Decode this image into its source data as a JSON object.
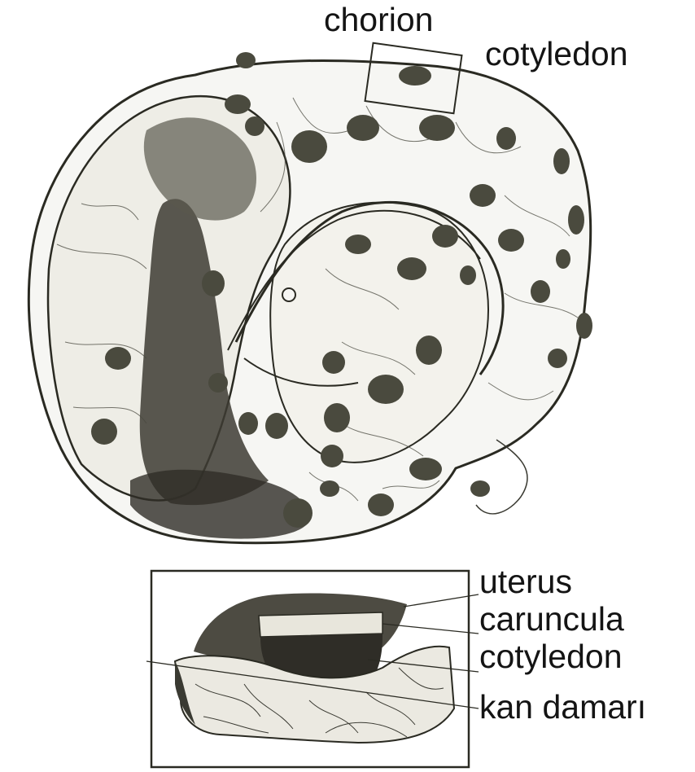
{
  "labels": {
    "chorion": "chorion",
    "cotyledon_top": "cotyledon",
    "uterus": "uterus",
    "caruncula": "caruncula",
    "cotyledon_inset": "cotyledon",
    "blood_vessel": "kan damarı"
  },
  "colors": {
    "ink": "#1e1e18",
    "cotyledon_spot": "#4a4a3e",
    "paper": "#f6f6f3",
    "dark_fetal_mass": "#3d3b33",
    "label_text": "#141414"
  }
}
